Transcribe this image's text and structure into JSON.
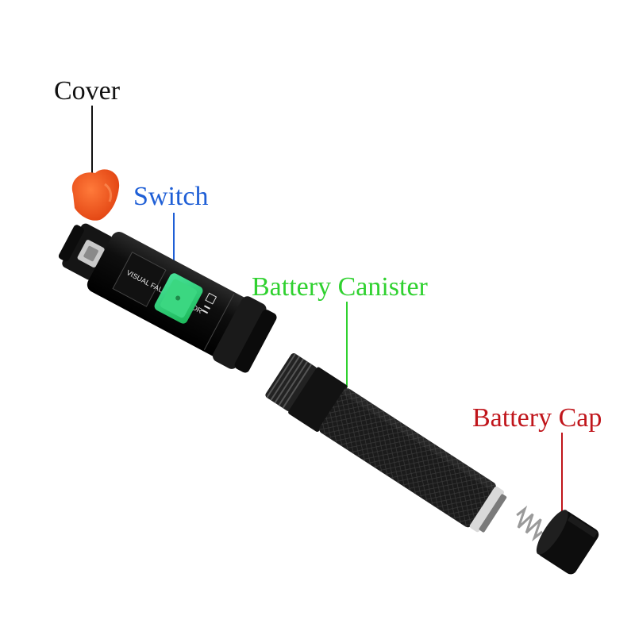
{
  "labels": {
    "cover": "Cover",
    "switch": "Switch",
    "battery_canister": "Battery Canister",
    "battery_cap": "Battery Cap"
  },
  "device_print": {
    "body_text": "VISUAL FAULT LOCATOR"
  },
  "colors": {
    "cover_label": "#111111",
    "switch_label": "#1f5fd6",
    "canister_label": "#2fd12f",
    "cap_label": "#c0151b",
    "cover_cap": "#f05a1e",
    "switch_body": "#2ecf6a"
  },
  "icons": {
    "cover": "protective-dust-cap",
    "switch": "slide-switch",
    "spring": "coil-spring"
  }
}
